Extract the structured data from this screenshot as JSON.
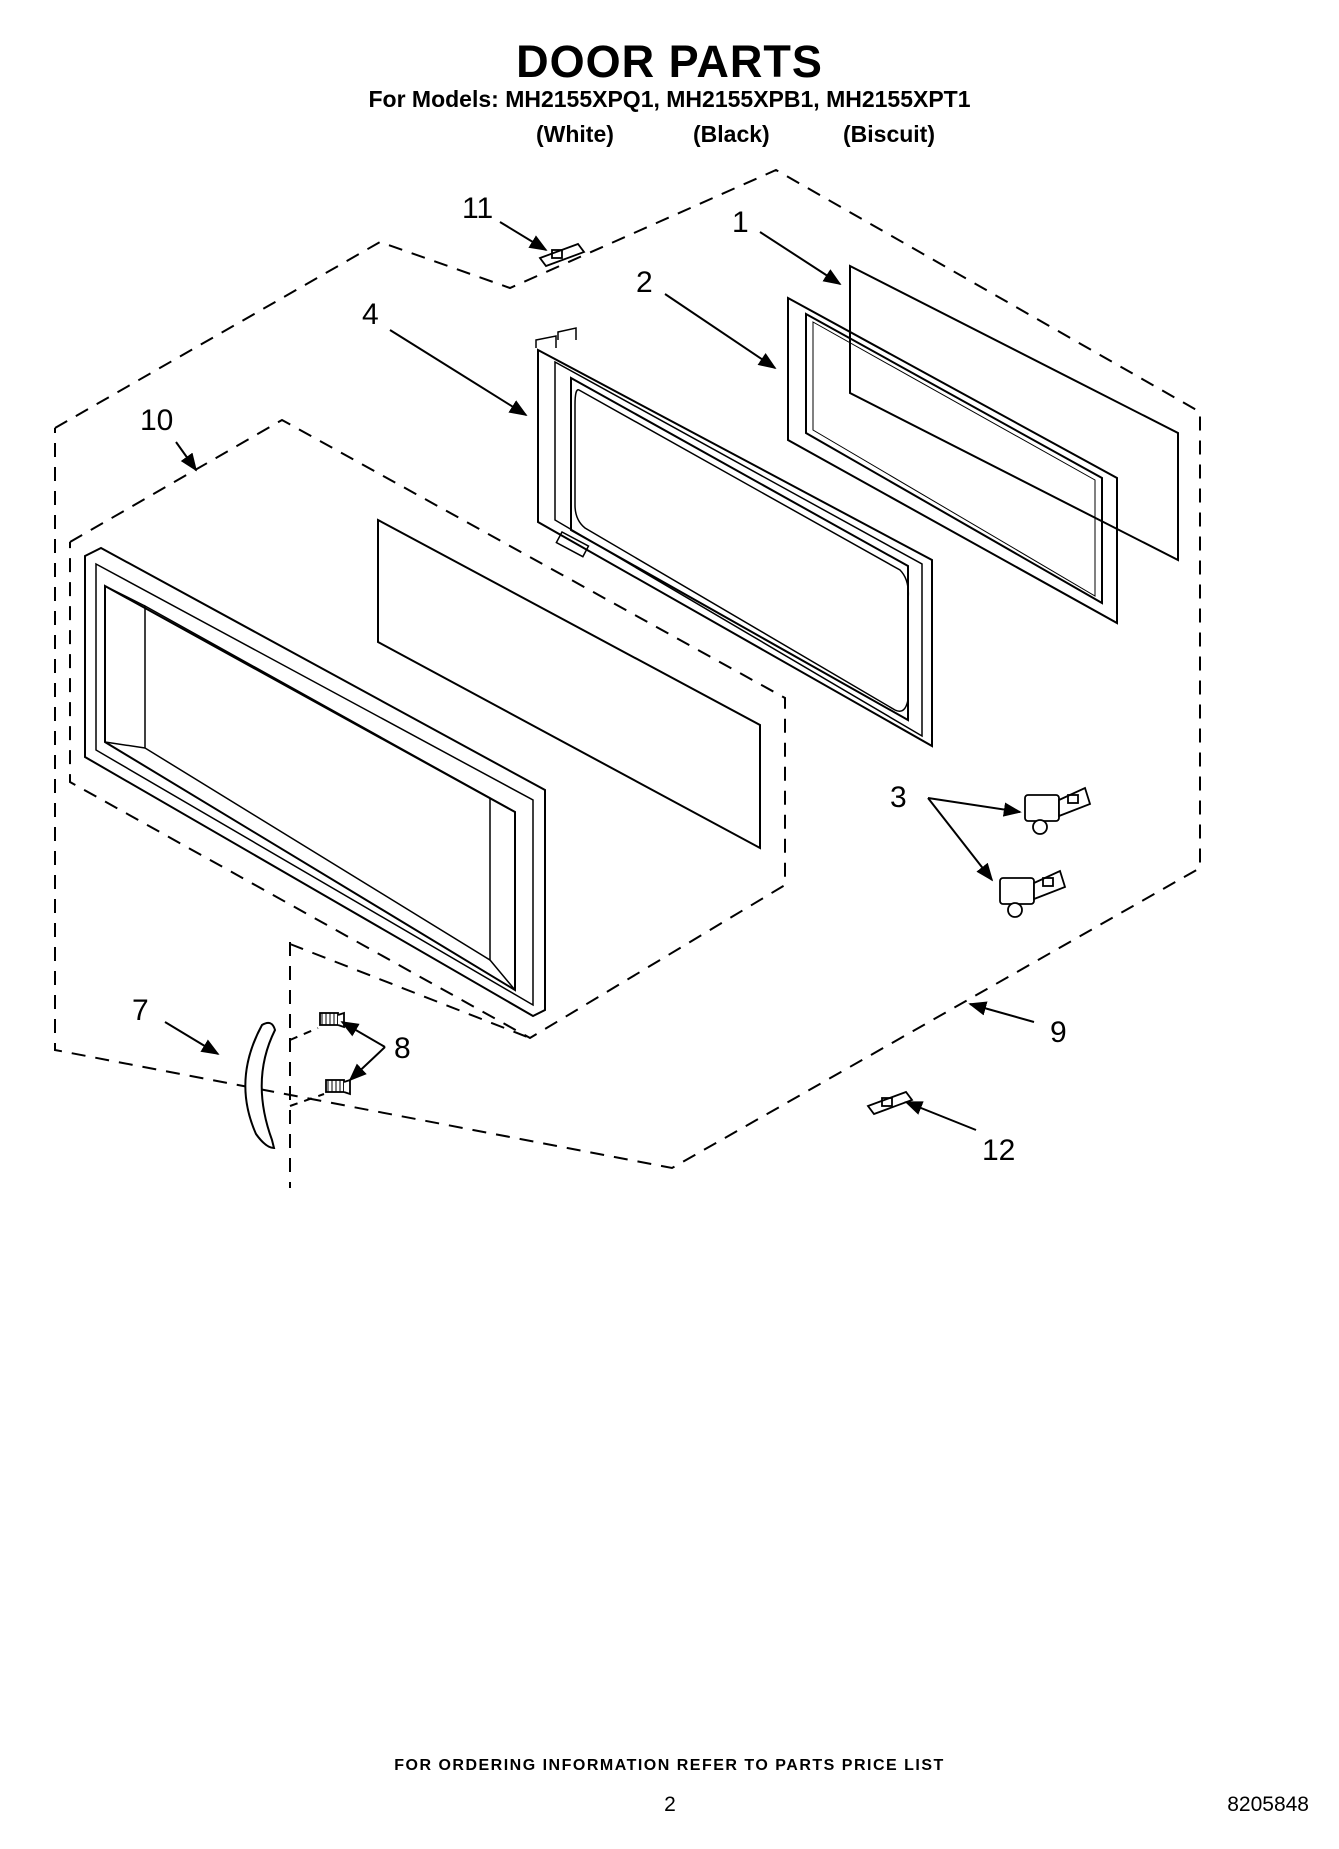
{
  "title": "DOOR PARTS",
  "models_line": "For Models: MH2155XPQ1, MH2155XPB1, MH2155XPT1",
  "model_colors": [
    "(White)",
    "(Black)",
    "(Biscuit)"
  ],
  "callouts": [
    "1",
    "2",
    "3",
    "4",
    "7",
    "8",
    "9",
    "10",
    "11",
    "12"
  ],
  "footer": "FOR ORDERING INFORMATION REFER TO PARTS PRICE LIST",
  "page_number": "2",
  "doc_number": "8205848"
}
